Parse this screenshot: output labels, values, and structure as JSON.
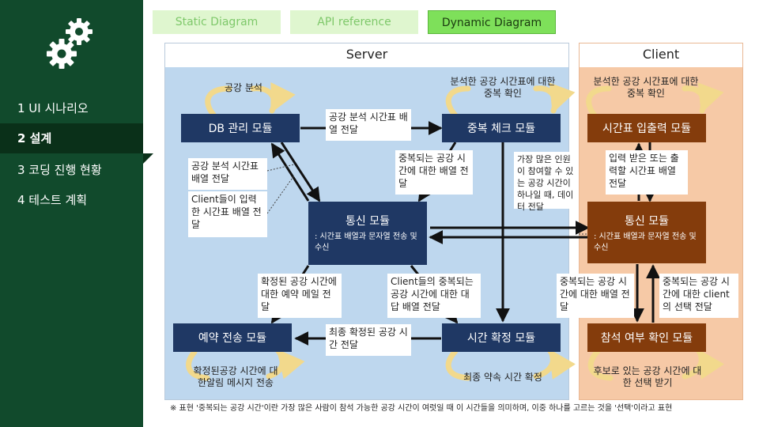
{
  "sidebar": {
    "items": [
      {
        "label": "1 UI 시나리오"
      },
      {
        "label": "2 설계"
      },
      {
        "label": "3 코딩 진행 현황"
      },
      {
        "label": "4 테스트 계획"
      }
    ],
    "active_index": 1,
    "icon": "gear-icon"
  },
  "tabs": [
    {
      "label": "Static Diagram",
      "active": false
    },
    {
      "label": "API reference",
      "active": false
    },
    {
      "label": "Dynamic Diagram",
      "active": true
    }
  ],
  "server": {
    "title": "Server",
    "modules": {
      "db": "DB 관리 모듈",
      "dup": "중복 체크 모듈",
      "comm_title": "통신 모듈",
      "comm_sub": ": 시간표 배열과 문자열 전송 및 수신",
      "reserve": "예약 전송 모듈",
      "confirm": "시간 확정 모듈"
    },
    "labels": {
      "space_analysis": "공강 분석",
      "dup_check": "분석한 공강 시간표에 대한 중복 확인",
      "reserve_msg": "확정된공강 시간에 대한알림 메시지 전송",
      "final_confirm": "최종 약속 시간 확정"
    },
    "notes": {
      "n1": "공강 분석 시간표 배열 전달",
      "n2": "공강 분석 시간표 배열 전달",
      "n3": "Client들이 입력한 시간표 배열 전달",
      "n4": "중복되는 공강 시간에 대한 배열 전달",
      "n5": "가장 많은 인원이 참여할 수 있는 공강 시간이 하나일 때, 데이터 전달",
      "n6": "확정된 공강 시간에 대한 예약 메일 전달",
      "n7": "Client들의 중복되는 공강 시간에 대한 대답 배열 전달",
      "n8": "최종 확정된 공강 시간 전달"
    }
  },
  "client": {
    "title": "Client",
    "modules": {
      "io": "시간표 입출력 모듈",
      "comm_title": "통신 모듈",
      "comm_sub": ": 시간표 배열과 문자열 전송 및 수신",
      "attend": "참석 여부 확인 모듈"
    },
    "labels": {
      "dup_check": "분석한 공강 시간표에 대한 중복 확인",
      "candidates": "후보로 있는 공강 시간에 대한 선택 받기"
    },
    "notes": {
      "c1": "입력 받은 또는 출력할 시간표 배열 전달",
      "c2": "중복되는 공강 시간에 대한 배열 전달",
      "c3": "중복되는 공강 시간에 대한 client의 선택 전달"
    }
  },
  "footer": "※ 표현 '중복되는 공강 시간'이란 가장 많은 사람이 참석 가능한 공강 시간이 여럿일 때 이 시간들을 의미하며, 이중 하나를 고르는 것을 '선택'이라고 표현",
  "colors": {
    "sidebar": "#114a2c",
    "server_module": "#1f3864",
    "client_module": "#843c0c",
    "server_bg": "#bed7ee",
    "client_bg": "#f6c9a6",
    "cycle_arrow": "#f2d98c"
  }
}
